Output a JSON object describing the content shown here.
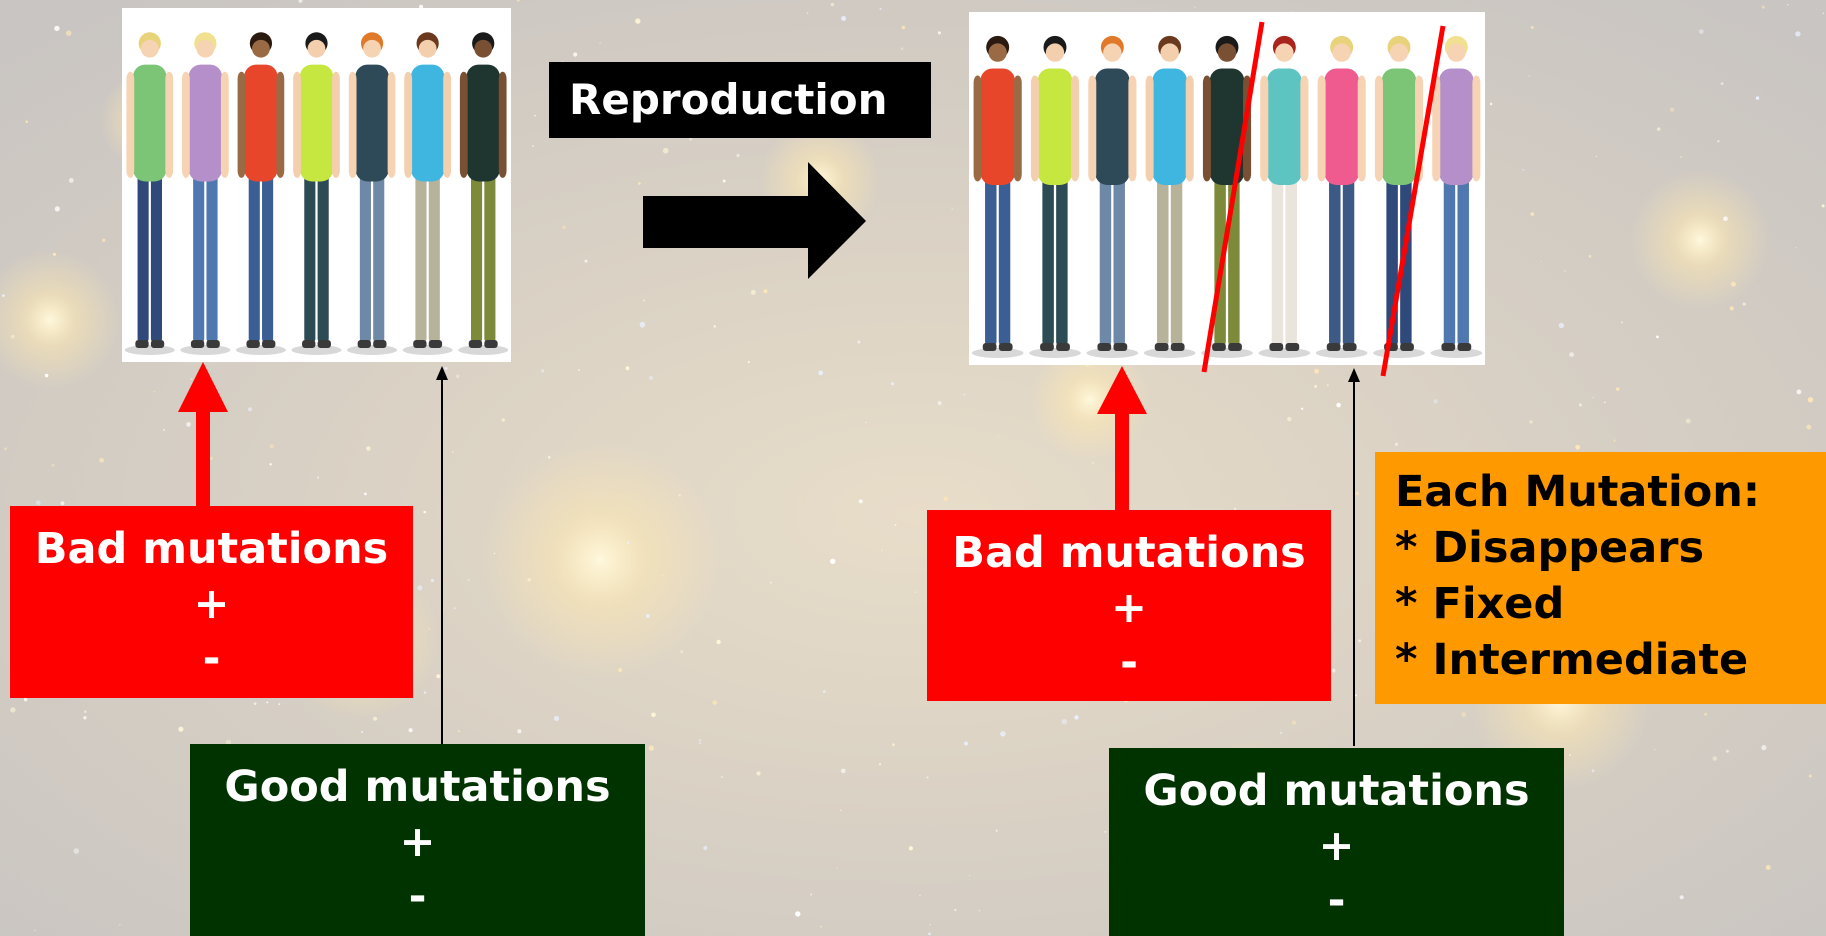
{
  "header": {
    "reproduction_label": "Reproduction"
  },
  "left": {
    "bad_box": {
      "title": "Bad mutations",
      "plus": "+",
      "minus": "-"
    },
    "good_box": {
      "title": "Good mutations",
      "plus": "+",
      "minus": "-"
    }
  },
  "right": {
    "bad_box": {
      "title": "Bad mutations",
      "plus": "+",
      "minus": "-"
    },
    "good_box": {
      "title": "Good mutations",
      "plus": "+",
      "minus": "-"
    }
  },
  "note_box": {
    "title": "Each Mutation:",
    "items": [
      "* Disappears",
      "* Fixed",
      "* Intermediate"
    ]
  },
  "colors": {
    "bad": "#ff0000",
    "good": "#003300",
    "note": "#ff9900",
    "label": "#000000",
    "strike": "#ff0000"
  },
  "icons": {
    "arrow": "right-arrow-icon",
    "people_group": "people-group-icon"
  }
}
